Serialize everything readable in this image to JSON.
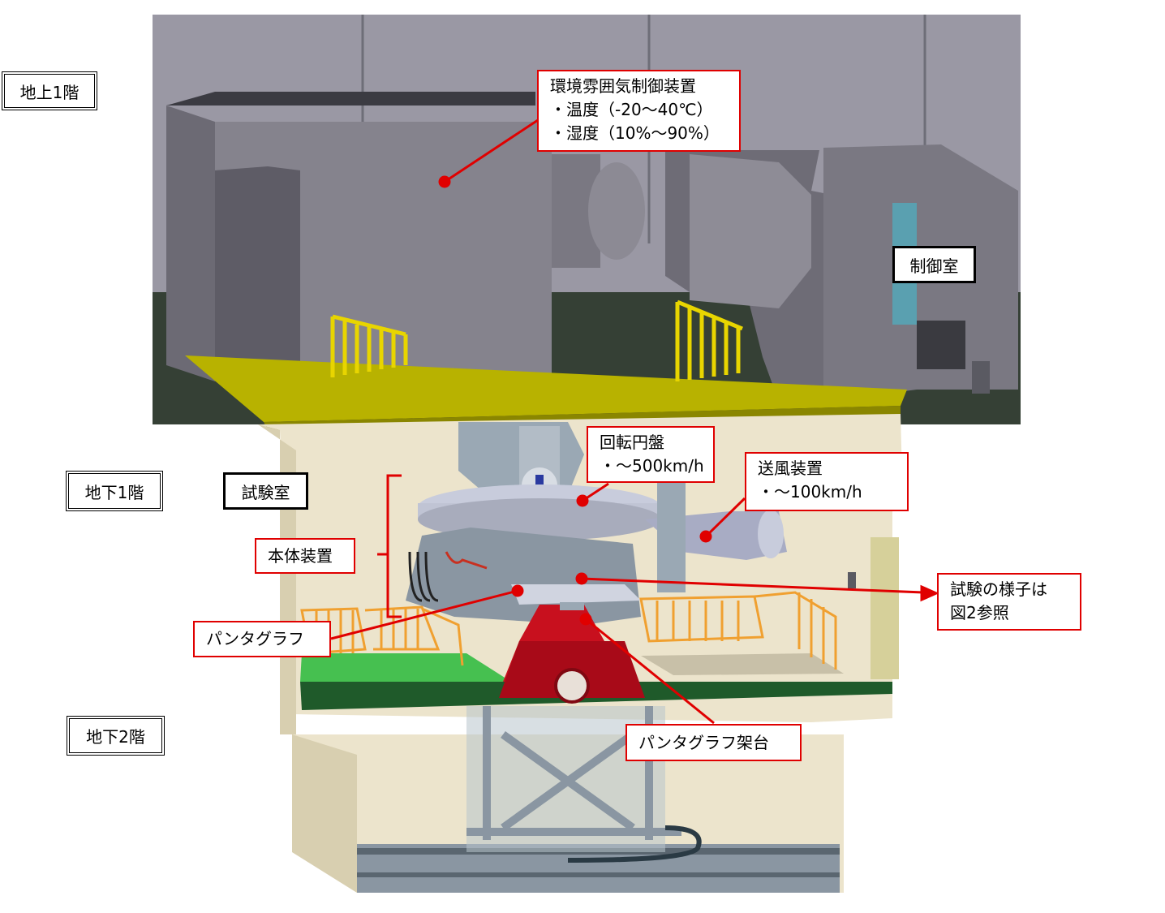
{
  "floors": {
    "ground1": "地上1階",
    "basement1": "地下1階",
    "basement2": "地下2階"
  },
  "rooms": {
    "test_room": "試験室",
    "control_room": "制御室"
  },
  "callouts": {
    "environment": {
      "title": "環境雰囲気制御装置",
      "item1": "・温度（-20～40℃）",
      "item2": "・湿度（10%～90%）"
    },
    "turntable": {
      "title": "回転円盤",
      "item1": "・～500km/h"
    },
    "blower": {
      "title": "送風装置",
      "item1": "・～100km/h"
    },
    "main_unit": "本体装置",
    "pantograph": "パンタグラフ",
    "pantograph_stand": "パンタグラフ架台",
    "test_note": {
      "line1": "試験の様子は",
      "line2": "図2参照"
    }
  },
  "colors": {
    "callout_border": "#e00000",
    "leader_line": "#e00000",
    "wall_cream": "#ece4cc",
    "ceiling_gray": "#8c8c96",
    "floor_green": "#1f5a2a",
    "railing_yellow": "#e8d500",
    "railing_orange": "#f0a030",
    "stand_red": "#c8101e",
    "machine_blue_gray": "#9aa8b4"
  }
}
